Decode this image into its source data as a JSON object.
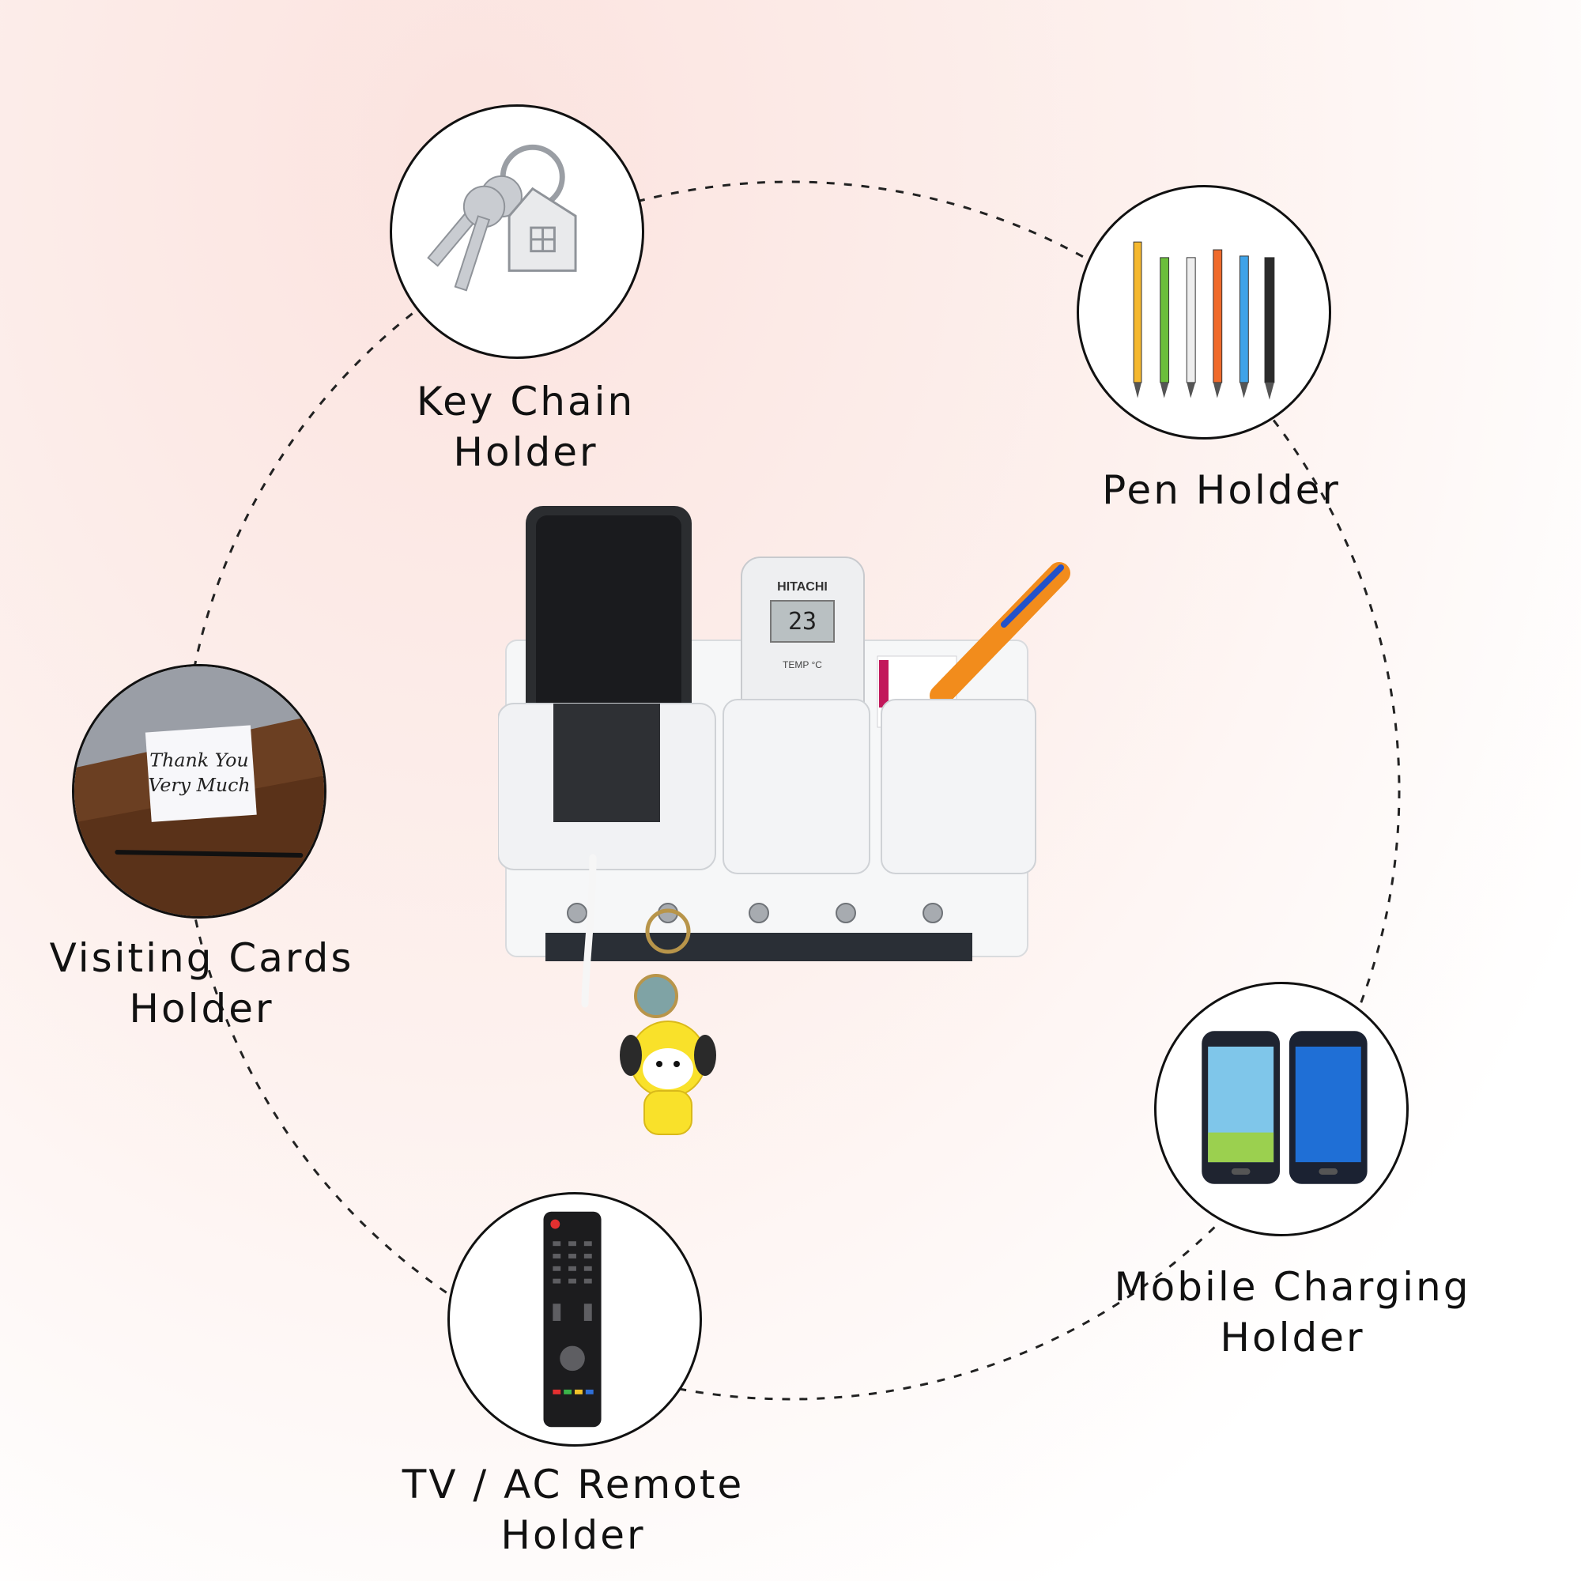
{
  "features": [
    {
      "id": "key-chain",
      "label": "Key  Chain Holder",
      "icon": "keys-icon"
    },
    {
      "id": "pen",
      "label": "Pen  Holder",
      "icon": "pens-icon"
    },
    {
      "id": "visiting-cards",
      "label": "Visiting Cards\nHolder",
      "icon": "thank-you-card-icon"
    },
    {
      "id": "mobile-charging",
      "label": "Mobile Charging\nHolder",
      "icon": "smartphones-icon"
    },
    {
      "id": "remote",
      "label": "TV / AC Remote\nHolder",
      "icon": "tv-remote-icon"
    }
  ],
  "card_text": {
    "line1": "Thank You",
    "line2": "Very Much"
  },
  "ac_remote": {
    "brand": "HITACHI",
    "display": "23",
    "temp": "TEMP °C"
  },
  "colors": {
    "background_tint": "#fbe3df",
    "ring": "#111111",
    "organizer": "#f4f5f7",
    "pen": "#f28c1c"
  }
}
